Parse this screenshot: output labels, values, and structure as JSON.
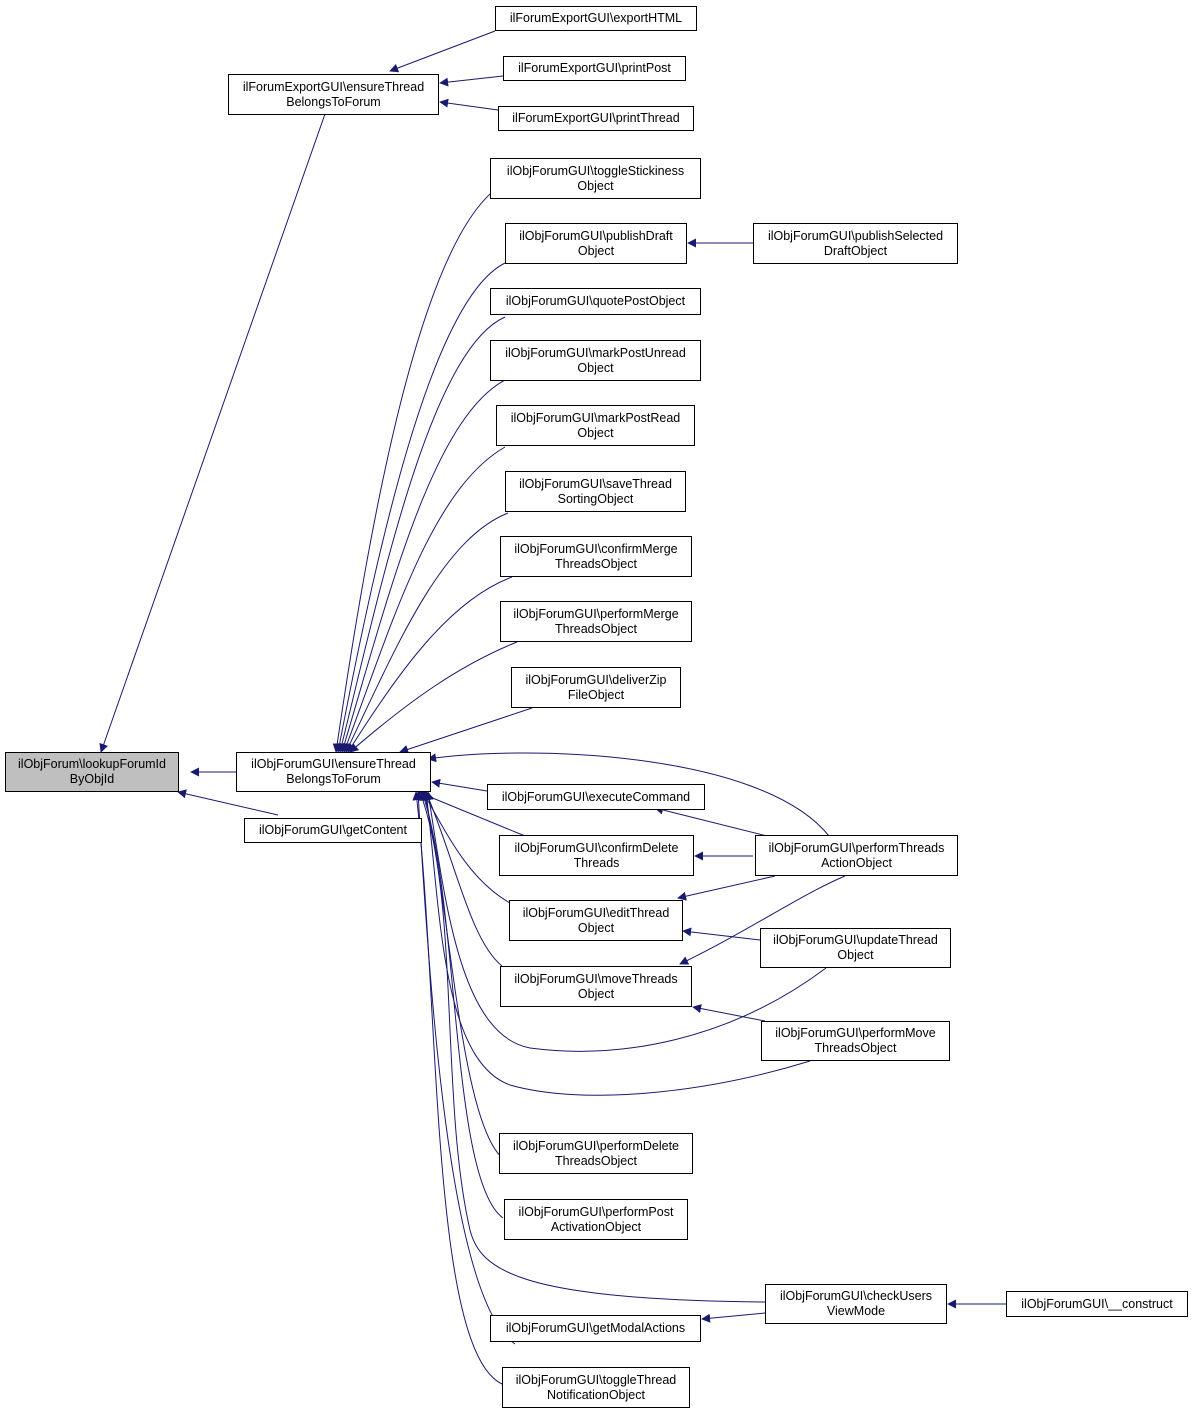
{
  "nodes": {
    "lookup": [
      "ilObjForum\\lookupForumId",
      "ByObjId"
    ],
    "fe_ensure": [
      "ilForumExportGUI\\ensureThread",
      "BelongsToForum"
    ],
    "fe_html": [
      "ilForumExportGUI\\exportHTML"
    ],
    "fe_post": [
      "ilForumExportGUI\\printPost"
    ],
    "fe_thread": [
      "ilForumExportGUI\\printThread"
    ],
    "of_ensure": [
      "ilObjForumGUI\\ensureThread",
      "BelongsToForum"
    ],
    "getContent": [
      "ilObjForumGUI\\getContent"
    ],
    "toggleSticky": [
      "ilObjForumGUI\\toggleStickiness",
      "Object"
    ],
    "publishDraft": [
      "ilObjForumGUI\\publishDraft",
      "Object"
    ],
    "publishSel": [
      "ilObjForumGUI\\publishSelected",
      "DraftObject"
    ],
    "quotePost": [
      "ilObjForumGUI\\quotePostObject"
    ],
    "markUnread": [
      "ilObjForumGUI\\markPostUnread",
      "Object"
    ],
    "markRead": [
      "ilObjForumGUI\\markPostRead",
      "Object"
    ],
    "saveSorting": [
      "ilObjForumGUI\\saveThread",
      "SortingObject"
    ],
    "confirmMerge": [
      "ilObjForumGUI\\confirmMerge",
      "ThreadsObject"
    ],
    "performMerge": [
      "ilObjForumGUI\\performMerge",
      "ThreadsObject"
    ],
    "deliverZip": [
      "ilObjForumGUI\\deliverZip",
      "FileObject"
    ],
    "execCmd": [
      "ilObjForumGUI\\executeCommand"
    ],
    "confirmDelete": [
      "ilObjForumGUI\\confirmDelete",
      "Threads"
    ],
    "editThread": [
      "ilObjForumGUI\\editThread",
      "Object"
    ],
    "moveThreads": [
      "ilObjForumGUI\\moveThreads",
      "Object"
    ],
    "performThreads": [
      "ilObjForumGUI\\performThreads",
      "ActionObject"
    ],
    "updateThread": [
      "ilObjForumGUI\\updateThread",
      "Object"
    ],
    "performMove": [
      "ilObjForumGUI\\performMove",
      "ThreadsObject"
    ],
    "performDelete": [
      "ilObjForumGUI\\performDelete",
      "ThreadsObject"
    ],
    "performPost": [
      "ilObjForumGUI\\performPost",
      "ActivationObject"
    ],
    "checkUsers": [
      "ilObjForumGUI\\checkUsers",
      "ViewMode"
    ],
    "construct": [
      "ilObjForumGUI\\__construct"
    ],
    "modalActions": [
      "ilObjForumGUI\\getModalActions"
    ],
    "toggleNotif": [
      "ilObjForumGUI\\toggleThread",
      "NotificationObject"
    ]
  },
  "colors": {
    "edge": "#191970",
    "root_fill": "#bfbfbf",
    "node_fill": "#ffffff",
    "node_border": "#000000"
  }
}
